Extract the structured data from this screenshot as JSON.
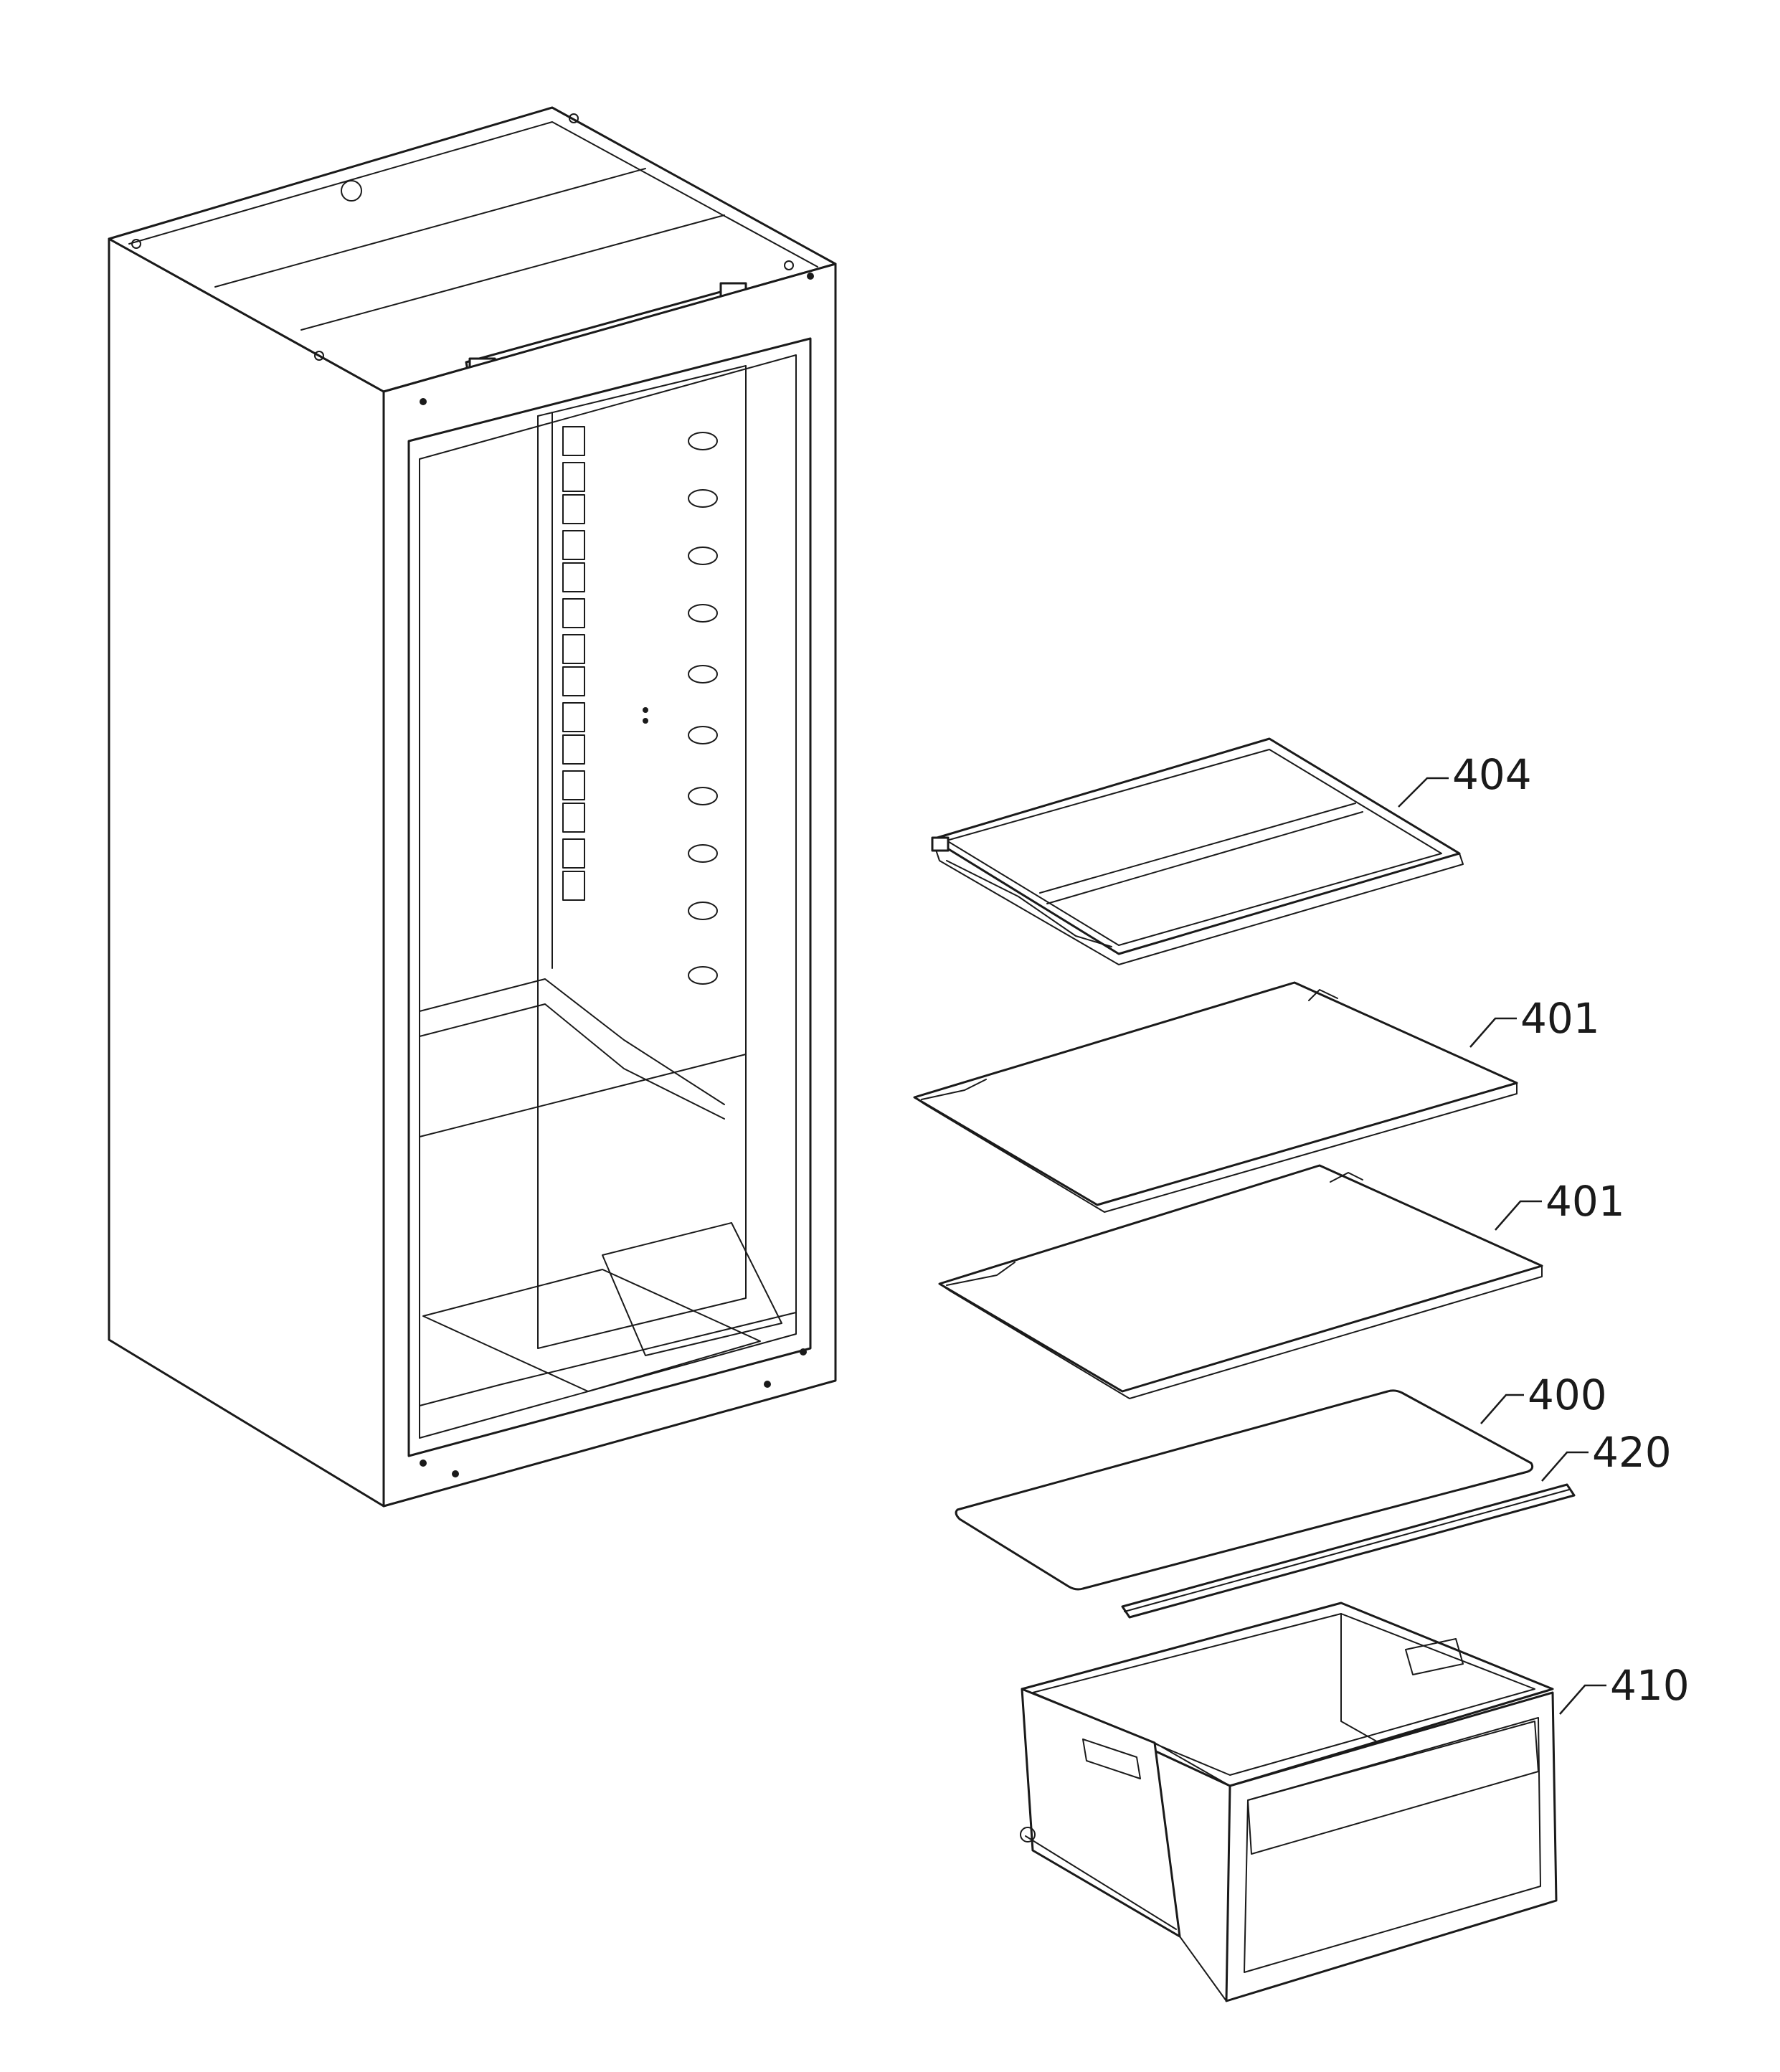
{
  "callouts": [
    {
      "id": "404",
      "label": "404"
    },
    {
      "id": "401a",
      "label": "401"
    },
    {
      "id": "401b",
      "label": "401"
    },
    {
      "id": "400",
      "label": "400"
    },
    {
      "id": "420",
      "label": "420"
    },
    {
      "id": "410",
      "label": "410"
    }
  ],
  "icons": {
    "cabinet": "refrigerator-cabinet-icon",
    "shelf_frame": "shelf-frame-icon",
    "glass_shelf": "glass-shelf-icon",
    "crisper_cover": "crisper-cover-icon",
    "profile_strip": "profile-strip-icon",
    "crisper_drawer": "crisper-drawer-icon"
  }
}
